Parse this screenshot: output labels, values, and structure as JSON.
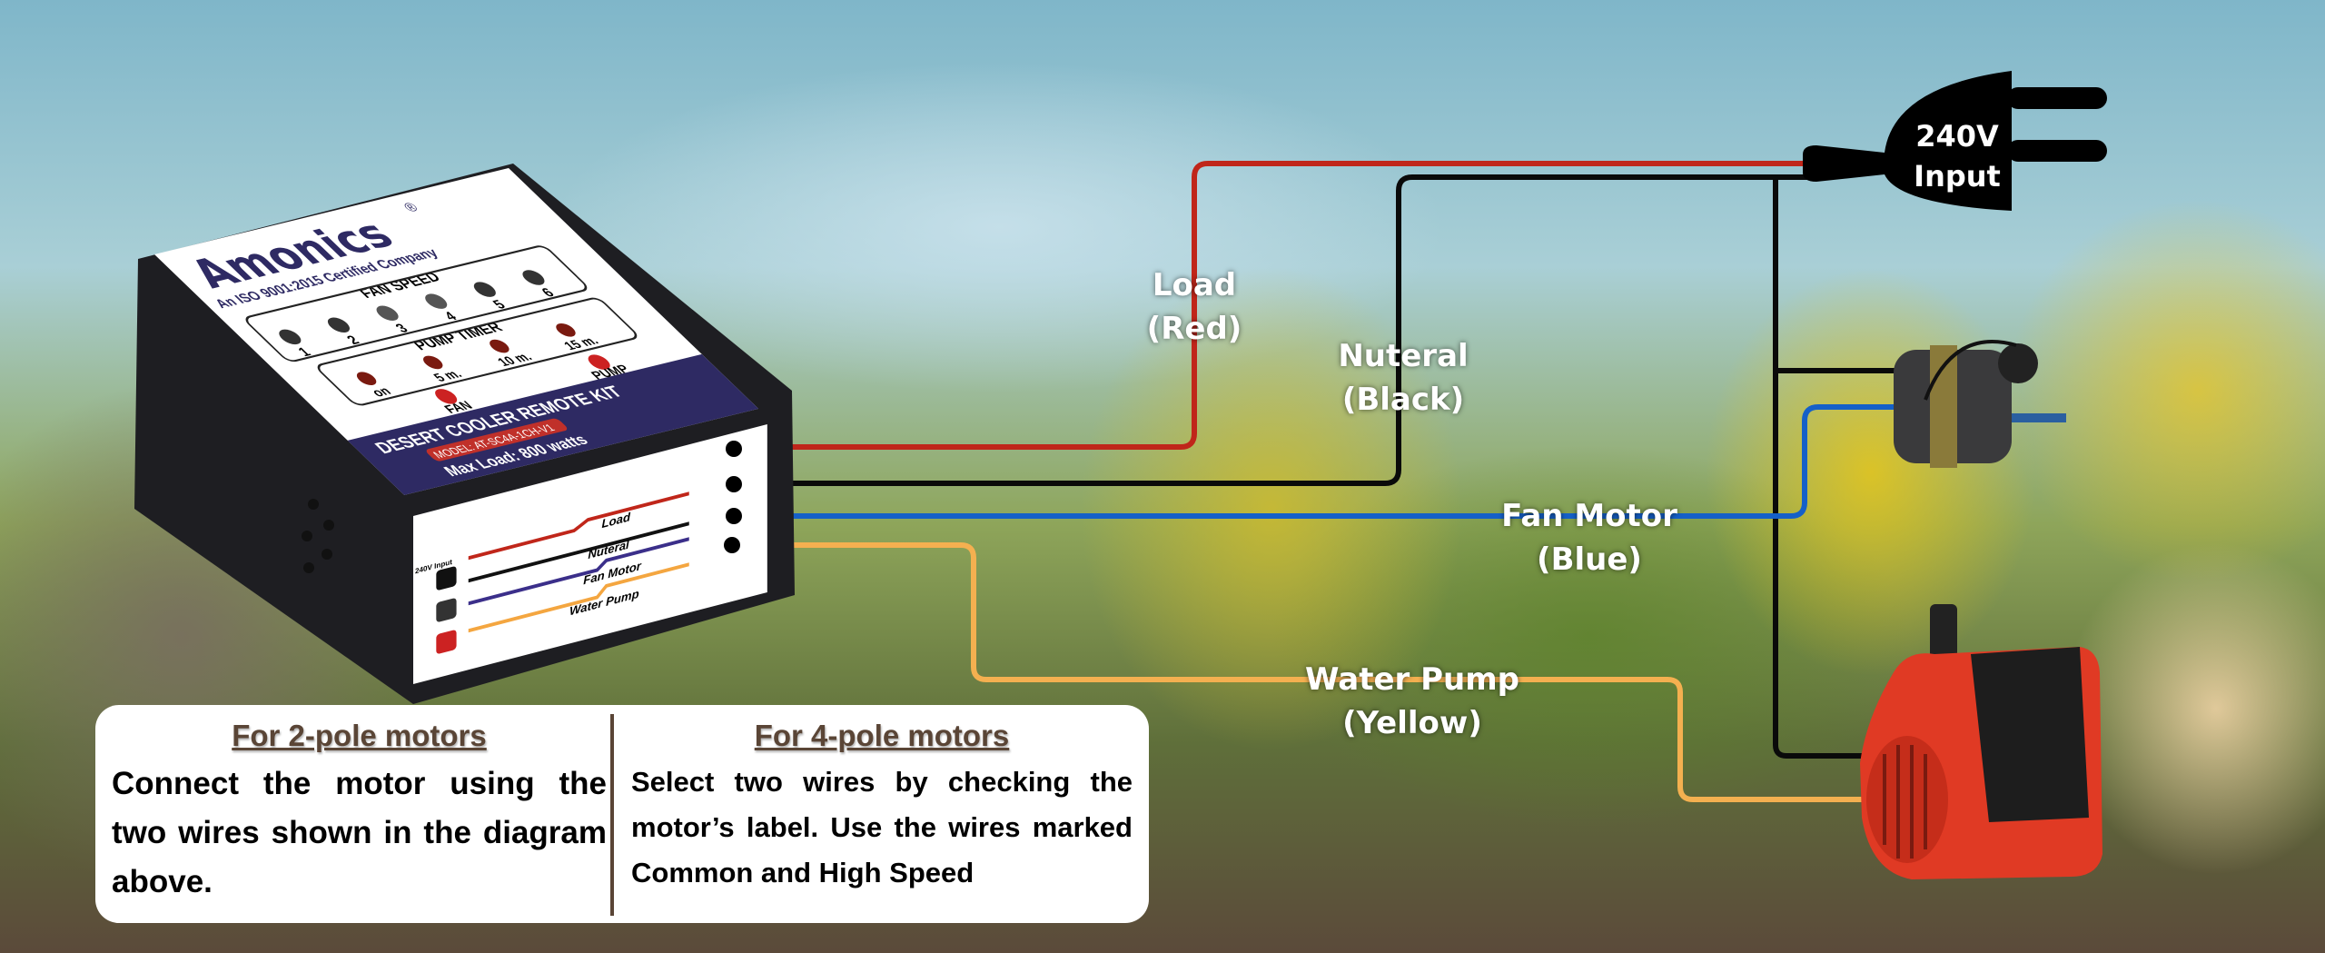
{
  "colors": {
    "load": "#c0261a",
    "neutral": "#0a0a0a",
    "fan": "#1560c8",
    "pump": "#f4b050",
    "heading": "#5a4536",
    "panel_band": "#2e2a63"
  },
  "plug": {
    "line1": "240V",
    "line2": "Input"
  },
  "wire_labels": {
    "load": {
      "line1": "Load",
      "line2": "(Red)"
    },
    "neutral": {
      "line1": "Nuteral",
      "line2": "(Black)"
    },
    "fan": "Fan Motor (Blue)",
    "pump": "Water Pump (Yellow)"
  },
  "device": {
    "brand": "Amonics",
    "registered": "®",
    "tagline": "An ISO 9001:2015 Certified Company",
    "fan_speed_title": "FAN SPEED",
    "fan_speeds": [
      "1",
      "2",
      "3",
      "4",
      "5",
      "6"
    ],
    "pump_timer_title": "PUMP TIMER",
    "pump_timers": [
      "on",
      "5 m.",
      "10 m.",
      "15 m."
    ],
    "pump_button": "PUMP",
    "fan_button": "FAN",
    "product_name": "DESERT COOLER REMOTE KIT",
    "model": "MODEL: AT-SC4A-1CH-V1",
    "max_load": "Max Load: 800 watts",
    "side_labels": [
      "Load",
      "Nuteral",
      "Fan Motor",
      "Water Pump"
    ],
    "side_plug": "240V Input"
  },
  "info": {
    "two_pole": {
      "title": "For 2-pole motors",
      "text": "Connect the motor using the two wires shown in the diagram above."
    },
    "four_pole": {
      "title": "For 4-pole motors",
      "text": "Select two wires by checking the motor’s label. Use the wires marked Common and High Speed"
    }
  }
}
